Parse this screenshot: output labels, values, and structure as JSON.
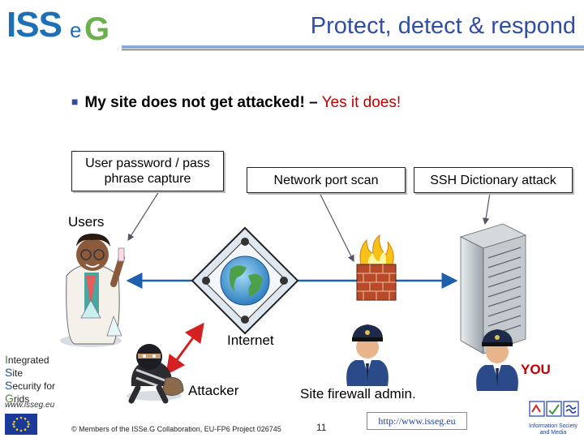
{
  "header": {
    "logo": {
      "part1": "ISS",
      "part2": "e",
      "part3": "G"
    },
    "title": "Protect, detect & respond"
  },
  "bullet": {
    "text_bold": "My site does not get attacked! –",
    "text_red": " Yes it does!"
  },
  "callouts": {
    "password_line1": "User password / pass",
    "password_line2": "phrase capture",
    "port_scan": "Network port scan",
    "ssh": "SSH Dictionary attack"
  },
  "labels": {
    "users": "Users",
    "internet": "Internet",
    "attacker": "Attacker",
    "firewall_admin": "Site firewall admin.",
    "you": "YOU"
  },
  "sidebar": {
    "line1_cap": "I",
    "line1_rest": "ntegrated",
    "line2_cap": "S",
    "line2_rest": "ite",
    "line3_cap": "S",
    "line3_rest": "ecurity for",
    "line4_cap": "G",
    "line4_rest": "rids",
    "www": "www.isseg.eu"
  },
  "footer": {
    "copyright": "© Members of the ISSe.G Collaboration, EU-FP6 Project 026745",
    "page_number": "11",
    "url": "http://www.isseg.eu",
    "isoc_line1": "Information Society",
    "isoc_line2": "and Media"
  },
  "colors": {
    "title_blue": "#2f4fa3",
    "accent_red": "#c00000",
    "you_red": "#c00000",
    "arrow_blue": "#1f5fb0"
  }
}
